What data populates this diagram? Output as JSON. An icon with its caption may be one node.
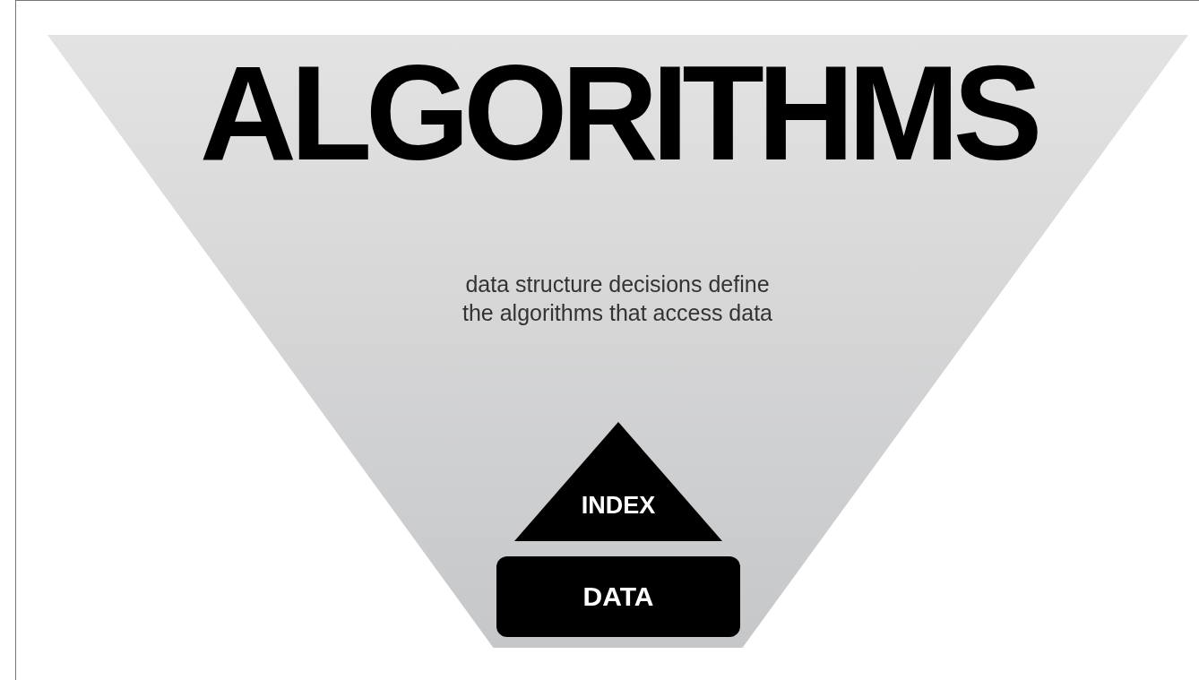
{
  "diagram": {
    "nodes": [
      {
        "text": [
          "ALGORITHMS",
          "data structure decisions define the algorithms that access data"
        ]
      },
      {
        "text": [
          "INDEX"
        ],
        "in": 0
      },
      {
        "text": [
          "DATA"
        ],
        "in": 0
      }
    ]
  }
}
